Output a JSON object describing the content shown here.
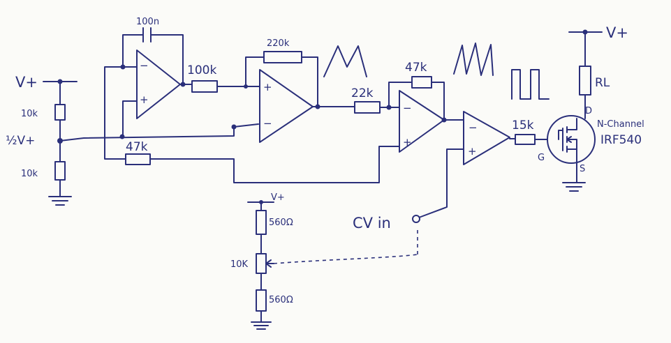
{
  "labels": {
    "vplus_left": "V+",
    "r_top_divider": "10k",
    "half_vplus": "½V+",
    "r_bottom_divider": "10k",
    "cap_integrator": "100n",
    "r_integrator_out": "100k",
    "r_feedback_schmitt": "220k",
    "r_feedback_bottom": "47k",
    "r_amp_in": "22k",
    "r_amp_feedback": "47k",
    "r_gate": "15k",
    "vplus_right": "V+",
    "r_load": "RL",
    "mosfet_drain": "D",
    "mosfet_gate": "G",
    "mosfet_source": "S",
    "mosfet_type": "N-Channel",
    "mosfet_part": "IRF540",
    "vplus_pot": "V+",
    "r_pot_top": "560Ω",
    "pot_value": "10K",
    "r_pot_bottom": "560Ω",
    "cv_in": "CV in"
  },
  "opamp_signs": {
    "plus": "+",
    "minus": "−"
  },
  "colors": {
    "ink": "#2a2f7a",
    "paper": "#fbfbf8"
  }
}
